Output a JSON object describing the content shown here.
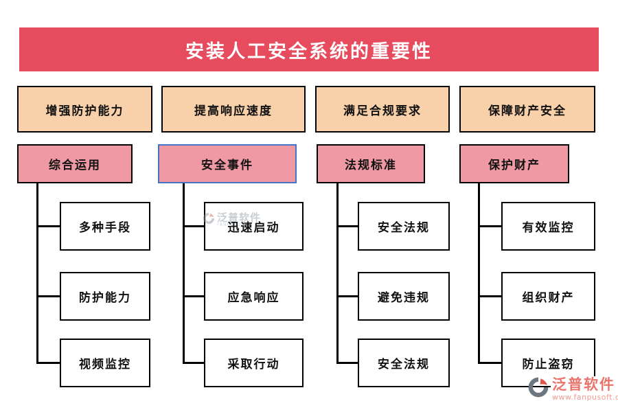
{
  "title": "安装人工安全系统的重要性",
  "palette": {
    "banner_bg": "#e64c5e",
    "banner_text": "#ffffff",
    "level1_bg": "#f8d0a9",
    "level2_bg": "#ee99a3",
    "selected_node_border": "#4472c4",
    "box_border": "#000000",
    "leaf_bg": "#ffffff",
    "connector": "#000000",
    "logo_text": "#e8746c",
    "logo_url": "#f09c90",
    "logo_icon_grey": "#6d7781",
    "logo_icon_red": "#e05548"
  },
  "columns": [
    {
      "level1": "增强防护能力",
      "level2": "综合运用",
      "selected": false,
      "leaves": [
        "多种手段",
        "防护能力",
        "视频监控"
      ]
    },
    {
      "level1": "提高响应速度",
      "level2": "安全事件",
      "selected": true,
      "leaves": [
        "迅速启动",
        "应急响应",
        "采取行动"
      ]
    },
    {
      "level1": "满足合规要求",
      "level2": "法规标准",
      "selected": false,
      "leaves": [
        "安全法规",
        "避免违规",
        "安全法规"
      ]
    },
    {
      "level1": "保障财产安全",
      "level2": "保护财产",
      "selected": false,
      "leaves": [
        "有效监控",
        "组织财产",
        "防止盗窃"
      ]
    }
  ],
  "watermark": {
    "text": "泛普软件",
    "subtext": "FANPUSOFT"
  },
  "logo": {
    "name": "泛普软件",
    "url": "www.fanpusoft.com"
  }
}
